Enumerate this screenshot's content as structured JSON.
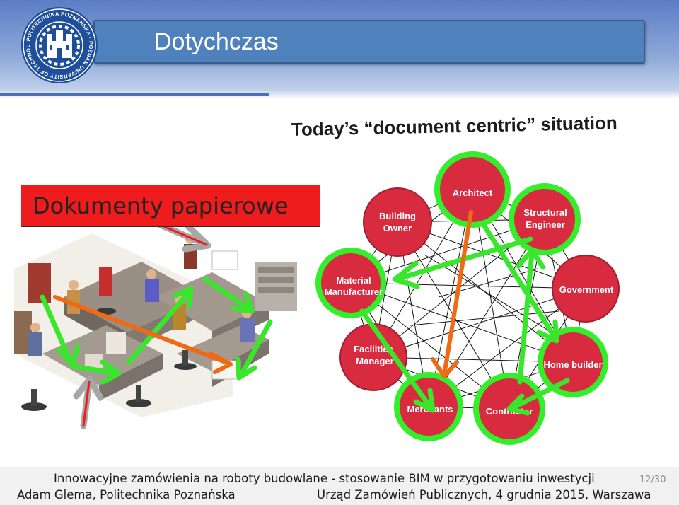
{
  "slide": {
    "title": "Dotychczas",
    "diagram_title": "Today’s “document centric” situation",
    "paper_label": "Dokumenty papierowe"
  },
  "logo": {
    "text": "POLITECHNIKA POZNAŃSKA · POZNAN UNIVERSITY OF TECHNOLOGY"
  },
  "diagram": {
    "nodes": [
      {
        "id": "architect",
        "label": [
          "Architect"
        ],
        "highlight": true
      },
      {
        "id": "structural",
        "label": [
          "Structural",
          "Engineer"
        ],
        "highlight": true
      },
      {
        "id": "government",
        "label": [
          "Government"
        ],
        "highlight": false
      },
      {
        "id": "homebuilder",
        "label": [
          "Home builder"
        ],
        "highlight": true
      },
      {
        "id": "contractor",
        "label": [
          "Contractor"
        ],
        "highlight": true
      },
      {
        "id": "merchants",
        "label": [
          "Merchants"
        ],
        "highlight": true
      },
      {
        "id": "facilities",
        "label": [
          "Facilities",
          "Manager"
        ],
        "highlight": false
      },
      {
        "id": "material",
        "label": [
          "Material",
          "Manufacturer"
        ],
        "highlight": true
      },
      {
        "id": "building",
        "label": [
          "Building",
          "Owner"
        ],
        "highlight": false
      }
    ]
  },
  "footer": {
    "line1": "Innowacyjne zamówienia na roboty budowlane - stosowanie BIM  w przygotowaniu inwestycji",
    "author": "Adam Glema, Politechnika Poznańska",
    "event": "Urząd Zamówień Publicznych, 4 grudnia 2015, Warszawa",
    "page": "12/30"
  },
  "colors": {
    "node_fill": "#d82b3f",
    "highlight_ring": "#33ee2a",
    "green_arrow": "#39e62c",
    "orange_arrow": "#f06a16",
    "gray_arrow": "#a7a7a7",
    "label_red": "#ee1c1c"
  }
}
